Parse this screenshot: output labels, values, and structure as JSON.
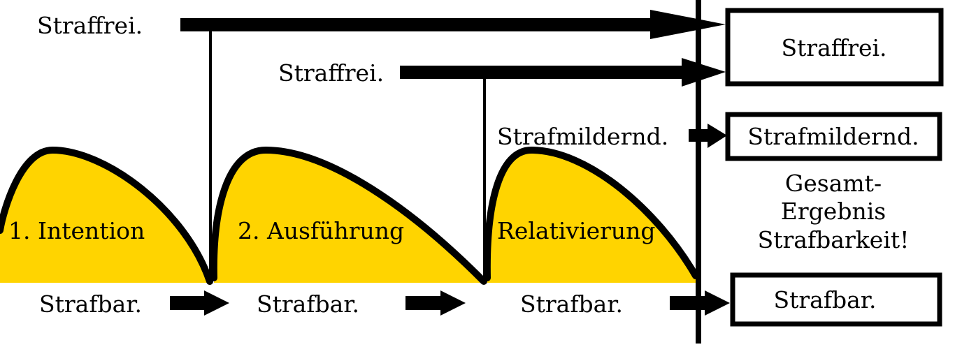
{
  "colors": {
    "hump_fill": "#FFD400",
    "ink": "#000000",
    "background": "#FFFFFF"
  },
  "stages": [
    {
      "label": "1. Intention",
      "bottom": "Strafbar."
    },
    {
      "label": "2. Ausführung",
      "bottom": "Strafbar."
    },
    {
      "label": "Relativierung",
      "bottom": "Strafbar."
    }
  ],
  "branches": {
    "top_exit": "Straffrei.",
    "second_exit": "Straffrei.",
    "third_exit": "Strafmildernd."
  },
  "results": {
    "straffrei": "Straffrei.",
    "strafmildernd": "Strafmildernd.",
    "summary_line1": "Gesamt-",
    "summary_line2": "Ergebnis",
    "summary_line3": "Strafbarkeit!",
    "strafbar": "Strafbar."
  }
}
